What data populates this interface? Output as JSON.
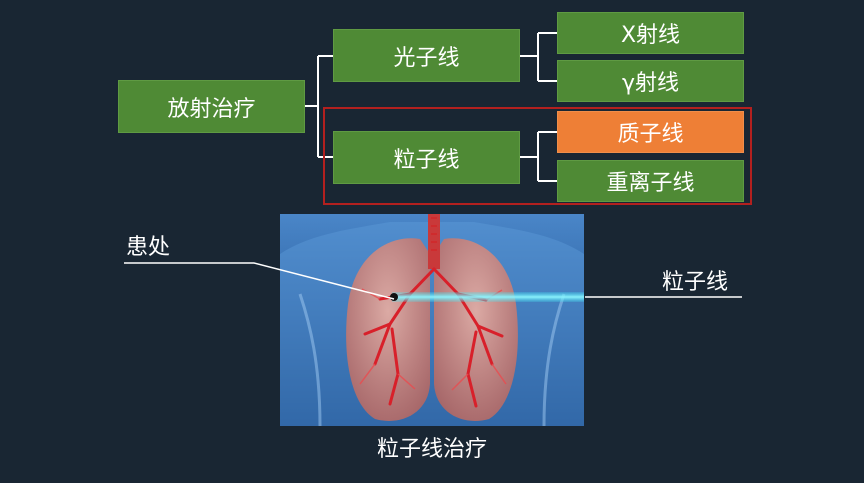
{
  "tree": {
    "root": "放射治疗",
    "photon": {
      "label": "光子线",
      "children": [
        "X射线",
        "γ射线"
      ]
    },
    "particle": {
      "label": "粒子线",
      "children": [
        "质子线",
        "重离子线"
      ]
    }
  },
  "colors": {
    "node": "#4f8a35",
    "highlight": "#ee7f36",
    "group_border": "#b3201f",
    "beam": "#3fe6f5",
    "background": "#192633"
  },
  "illustration": {
    "lesion_label": "患处",
    "beam_label": "粒子线",
    "caption": "粒子线治疗"
  }
}
